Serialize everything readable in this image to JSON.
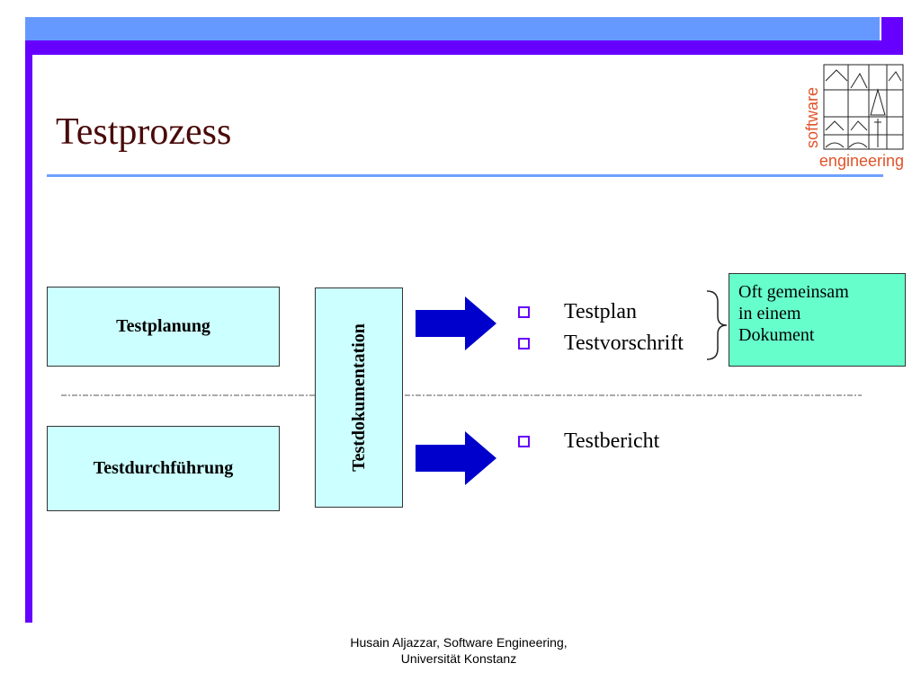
{
  "slide": {
    "title": "Testprozess",
    "logo": {
      "word_vertical": "software",
      "word_horizontal": "engineering",
      "accent": "#e0542a"
    },
    "colors": {
      "primary_bar": "#6600ff",
      "secondary_bar": "#6699ff",
      "box_fill": "#ccffff",
      "note_fill": "#66ffcc",
      "arrow": "#0000cc"
    }
  },
  "boxes": {
    "planning": "Testplanung",
    "execution": "Testdurchführung",
    "documentation": "Testdokumentation"
  },
  "outputs": {
    "planning": [
      "Testplan",
      "Testvorschrift"
    ],
    "execution": [
      "Testbericht"
    ]
  },
  "note": {
    "line1": "Oft gemeinsam",
    "line2": "in einem",
    "line3": "Dokument"
  },
  "footer": {
    "line1": "Husain Aljazzar, Software Engineering,",
    "line2": "Universität Konstanz"
  }
}
